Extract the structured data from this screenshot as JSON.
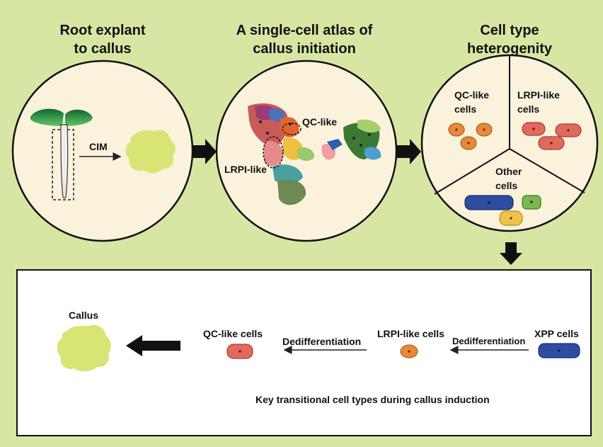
{
  "panel1": {
    "title_line1": "Root explant",
    "title_line2": "to callus",
    "arrow_label": "CIM"
  },
  "panel2": {
    "title_line1": "A single-cell atlas of",
    "title_line2": "callus initiation",
    "qc_label": "QC-like",
    "lrpi_label": "LRPI-like"
  },
  "panel3": {
    "title_line1": "Cell type",
    "title_line2": "heterogenity",
    "sector_qc_line1": "QC-like",
    "sector_qc_line2": "cells",
    "sector_lrpi_line1": "LRPI-like",
    "sector_lrpi_line2": "cells",
    "sector_other_line1": "Other",
    "sector_other_line2": "cells"
  },
  "pathway": {
    "callus": "Callus",
    "qc_cells": "QC-like cells",
    "lrpi_cells": "LRPI-like cells",
    "xpp_cells": "XPP cells",
    "step1": "Dedifferentiation",
    "step2": "Dedifferentiation",
    "caption": "Key transitional cell types during callus induction"
  },
  "colors": {
    "background": "#d7e6a3",
    "circle_fill": "#fbf2dc",
    "callus": "#d8e575",
    "qc_cell": "#e06a5e",
    "lrpi_cell": "#e58a3c",
    "xpp_cell": "#2c4da0",
    "green_cell": "#7cb850",
    "yellow_cell": "#f1c24a"
  }
}
